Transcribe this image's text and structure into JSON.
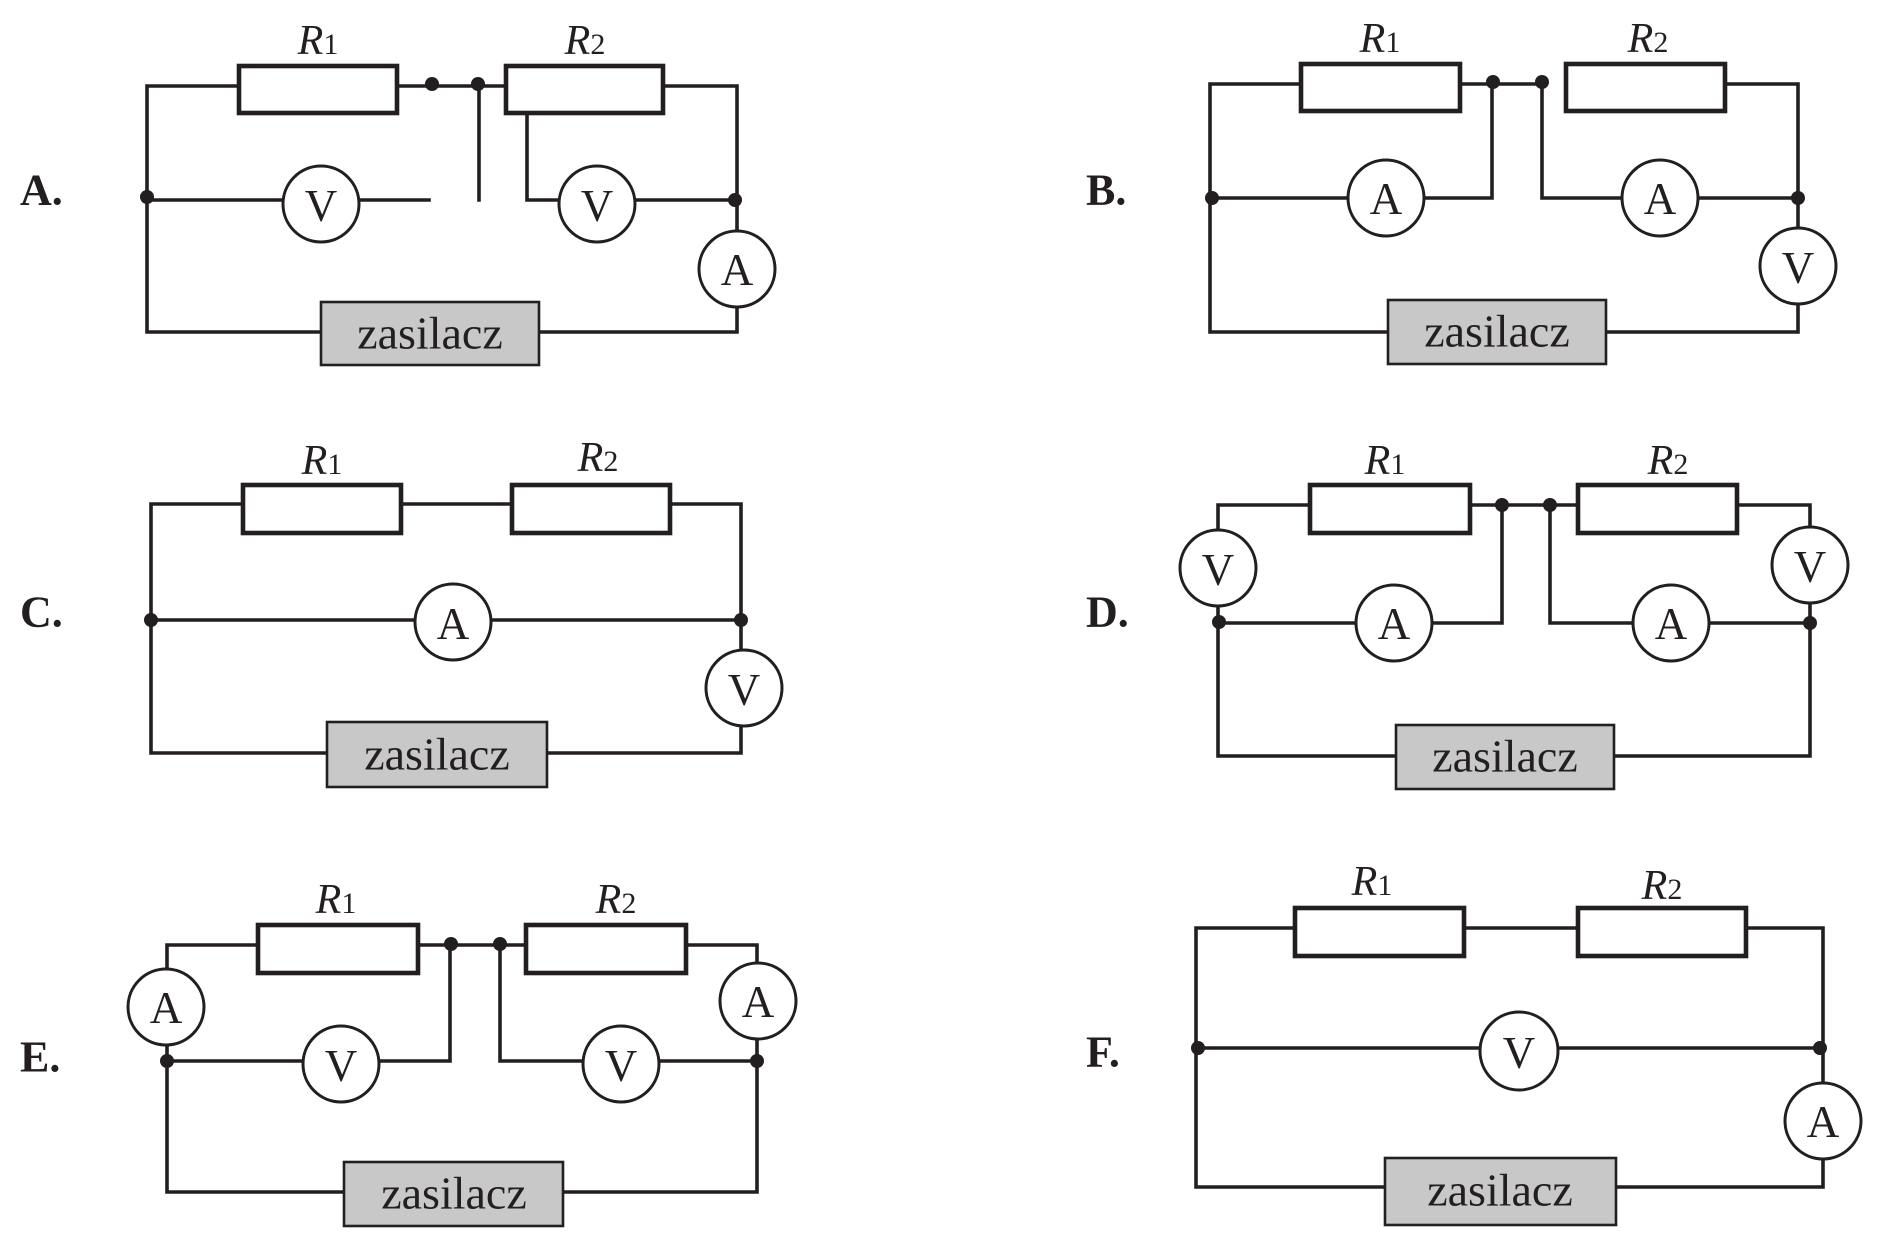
{
  "labels": {
    "resistor1_symbol": "R",
    "resistor1_index": "1",
    "resistor2_symbol": "R",
    "resistor2_index": "2",
    "power_supply": "zasilacz",
    "voltmeter": "V",
    "ammeter": "A"
  },
  "circuits": [
    {
      "id": "A",
      "label": "A."
    },
    {
      "id": "B",
      "label": "B."
    },
    {
      "id": "C",
      "label": "C."
    },
    {
      "id": "D",
      "label": "D."
    },
    {
      "id": "E",
      "label": "E."
    },
    {
      "id": "F",
      "label": "F."
    }
  ]
}
